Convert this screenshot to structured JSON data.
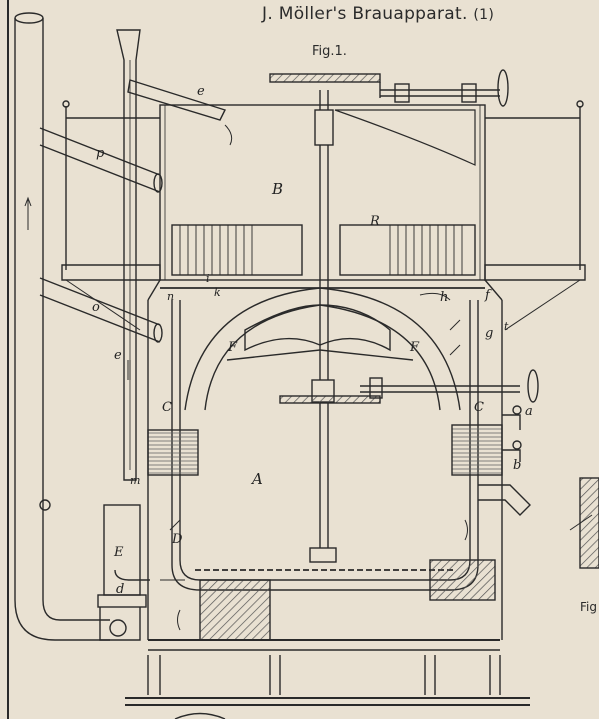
{
  "title": {
    "text": "J. Möller's Brauapparat.",
    "number": "(1)"
  },
  "figure": {
    "label": "Fig.1.",
    "partial_label": "Fig"
  },
  "labels": {
    "A": "A",
    "B": "B",
    "C_left": "C",
    "C_right": "C",
    "D": "D",
    "E": "E",
    "F_left": "F",
    "F_right": "F",
    "R": "R",
    "a": "a",
    "b": "b",
    "d": "d",
    "e_top": "e",
    "e_pipe": "e",
    "f": "f",
    "g": "g",
    "h": "h",
    "i": "i",
    "k": "k",
    "m": "m",
    "n": "n",
    "o": "o",
    "p": "p",
    "t": "t"
  },
  "colors": {
    "paper": "#e9e1d2",
    "ink": "#2a2a2a",
    "hatch": "#555555",
    "water": "#b9b1a2"
  }
}
